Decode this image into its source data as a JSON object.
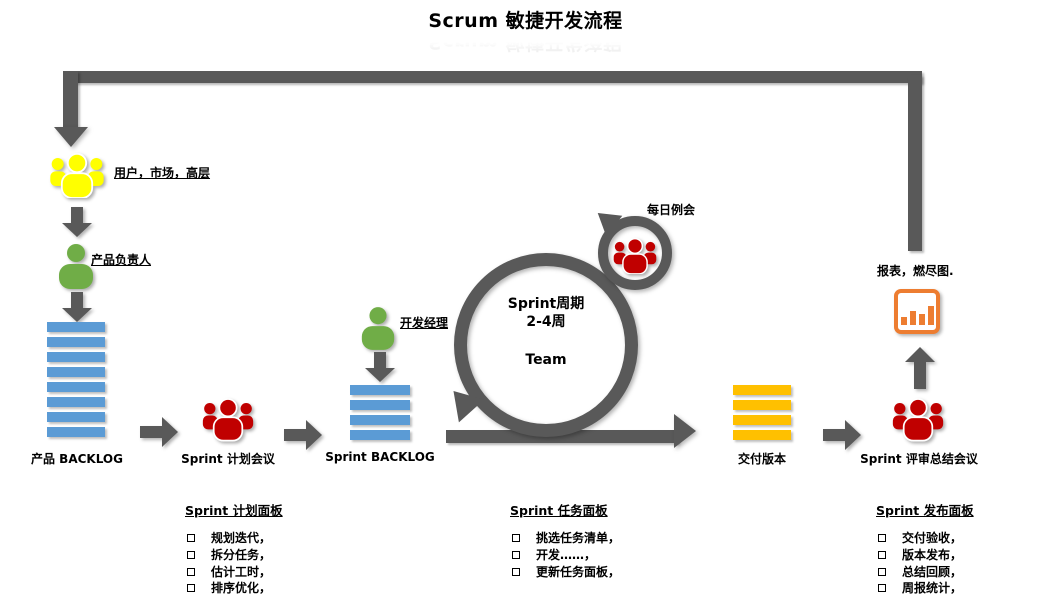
{
  "title": "Scrum 敏捷开发流程",
  "colors": {
    "connector_gray": "#595959",
    "backlog_blue": "#5B9BD5",
    "delivery_gold": "#FFC000",
    "users_yellow": "#FFFF00",
    "owner_green": "#70AD47",
    "meeting_red": "#C00000",
    "report_orange": "#ED7D31"
  },
  "actors": {
    "users": {
      "label": "用户，市场，高层"
    },
    "product_owner": {
      "label": "产品负责人"
    },
    "dev_manager": {
      "label": "开发经理"
    },
    "planning_meeting": {
      "label": "Sprint 计划会议"
    },
    "daily_meeting": {
      "label": "每日例会"
    },
    "review_meeting": {
      "label": "Sprint 评审总结会议"
    }
  },
  "stacks": {
    "product_backlog": {
      "label": "产品 BACKLOG",
      "bars": 8
    },
    "sprint_backlog": {
      "label": "Sprint BACKLOG",
      "bars": 4
    },
    "delivery": {
      "label": "交付版本",
      "bars": 4
    }
  },
  "cycle": {
    "line1": "Sprint周期",
    "line2": "2-4周",
    "line3": "Team"
  },
  "report": {
    "label": "报表，燃尽图."
  },
  "chart_icon_bars": [
    8,
    14,
    11,
    19
  ],
  "panels": [
    {
      "heading": "Sprint 计划面板",
      "items": [
        "规划迭代，",
        "拆分任务，",
        "估计工时，",
        "排序优化，"
      ]
    },
    {
      "heading": "Sprint 任务面板",
      "items": [
        "挑选任务清单，",
        "开发……，",
        "更新任务面板，"
      ]
    },
    {
      "heading": "Sprint 发布面板",
      "items": [
        "交付验收，",
        "版本发布，",
        "总结回顾，",
        "周报统计，"
      ]
    }
  ]
}
